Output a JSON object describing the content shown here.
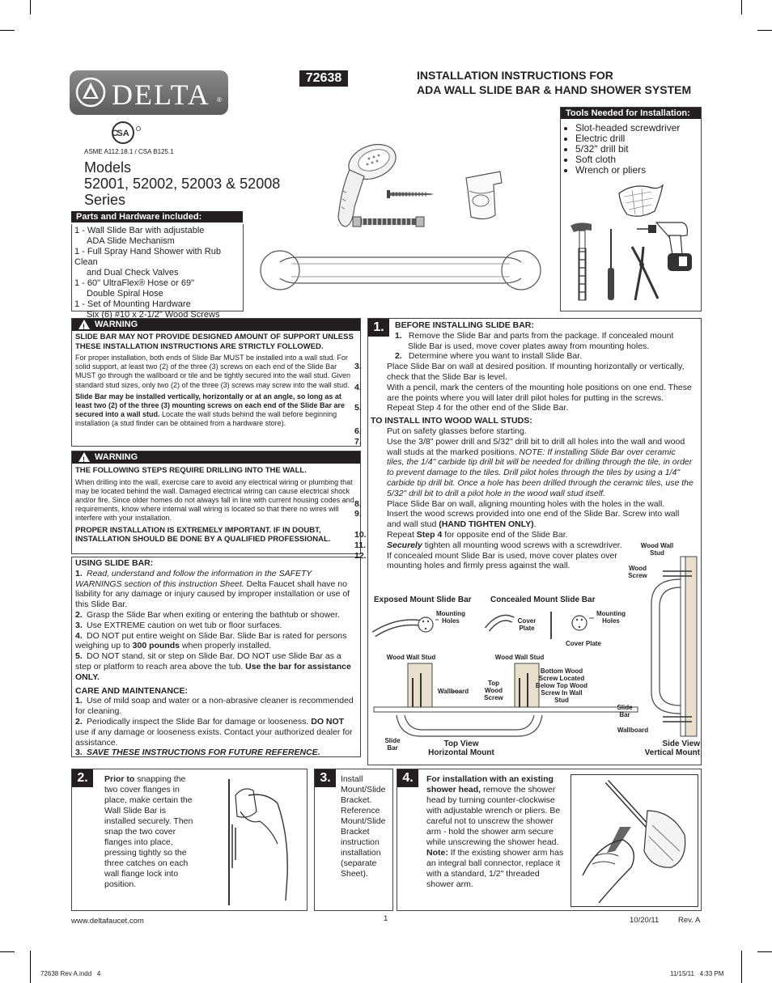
{
  "header": {
    "model_code": "72638",
    "brand": "DELTA",
    "trademark": "®",
    "cert": "ASME A112.18.1 / CSA B125.1",
    "title_line1": "INSTALLATION INSTRUCTIONS FOR",
    "title_line2": "ADA WALL SLIDE BAR & HAND SHOWER SYSTEM",
    "models_line1": "Models",
    "models_line2": "52001, 52002, 52003 & 52008",
    "models_line3": "Series"
  },
  "tools": {
    "heading": "Tools Needed for Installation:",
    "items": [
      "Slot-headed screwdriver",
      "Electric drill",
      "5/32\" drill bit",
      "Soft cloth",
      "Wrench or pliers"
    ]
  },
  "parts": {
    "heading": "Parts and Hardware included:",
    "items": [
      "1 - Wall Slide Bar with adjustable",
      "ADA Slide Mechanism",
      "1 - Full Spray Hand Shower with Rub Clean",
      "and Dual Check Valves",
      "1 - 60\" UltraFlex® Hose or 69\"",
      "Double Spiral Hose",
      "1 - Set of Mounting Hardware",
      "Six (6) #10 x 2-1/2\" Wood Screws"
    ]
  },
  "warning1": {
    "label": "WARNING",
    "bold": "SLIDE BAR MAY NOT PROVIDE DESIGNED AMOUNT OF SUPPORT UNLESS THESE INSTALLATION INSTRUCTIONS ARE STRICTLY FOLLOWED.",
    "para1": "For proper installation, both ends of Slide Bar MUST be installed into a wall stud. For solid support, at least two (2) of the three (3) screws on each end of the Slide Bar MUST go through the wallboard or tile and be tightly secured into the wall stud. Given standard stud sizes, only two (2) of the three (3) screws may screw into the wall stud.",
    "para2_bold": "Slide Bar may be installed vertically, horizontally or at an angle, so long as at least two (2) of the three (3) mounting screws on each end of the Slide Bar are secured into a wall stud.",
    "para2_rest": " Locate the wall studs behind the wall before beginning installation (a stud finder can be obtained from a hardware store)."
  },
  "warning2": {
    "label": "WARNING",
    "bold": "THE FOLLOWING STEPS REQUIRE DRILLING INTO THE WALL.",
    "para1": "When drilling into the wall, exercise care to avoid any electrical wiring or plumbing that may be located behind the wall. Damaged electrical wiring can cause electrical shock and/or fire. Since older homes do not always fall in line with current housing codes and requirements, know where internal wall wiring is located so that there no wires will interfere with your installation.",
    "bold2": "PROPER INSTALLATION IS EXTREMELY IMPORTANT. IF IN DOUBT, INSTALLATION SHOULD BE DONE BY A QUALIFIED PROFESSIONAL."
  },
  "using": {
    "heading": "USING SLIDE BAR:",
    "i1_italic": "Read, understand and follow the information in the SAFETY WARNINGS section of this instruction Sheet.",
    "i1_rest": " Delta Faucet shall have no liability for any damage or injury caused by improper installation or use of this Slide Bar.",
    "i2": "Grasp the Slide Bar when exiting or entering the bathtub or shower.",
    "i3": "Use EXTREME caution on wet tub or floor surfaces.",
    "i4a": "DO NOT put entire weight on Slide Bar. Slide Bar is rated for persons weighing up to ",
    "i4b": "300 pounds",
    "i4c": " when properly installed.",
    "i5a": "DO NOT stand, sit or step on Slide Bar. DO NOT use Slide Bar as a step or platform to reach area above the tub. ",
    "i5b": "Use the bar for assistance ONLY.",
    "care_heading": "CARE AND MAINTENANCE:",
    "c1": "Use of mild soap and water or a non-abrasive cleaner is recommended for cleaning.",
    "c2a": "Periodically inspect the Slide Bar for damage or looseness.  ",
    "c2b": "DO NOT",
    "c2c": " use if any damage or looseness exists. Contact your authorized dealer for assistance.",
    "c3": "SAVE THESE INSTRUCTIONS FOR FUTURE REFERENCE."
  },
  "step1": {
    "num": "1.",
    "heading": "BEFORE INSTALLING SLIDE BAR:",
    "s1": "Remove the Slide Bar and parts from the package. If concealed mount Slide Bar is used, move cover plates away from mounting holes.",
    "s2": "Determine where you want to install Slide Bar.",
    "s3": "Place Slide Bar on wall at desired position. If mounting horizontally or vertically, check that the Slide Bar is level.",
    "s4": "With a pencil, mark the centers of the mounting hole positions on one end. These are the points where you will later drill pilot holes for putting in the screws.",
    "s5": "Repeat Step 4 for the other end of the Slide Bar.",
    "sub_heading": "TO INSTALL INTO WOOD WALL STUDS:",
    "s6": "Put on safety glasses before starting.",
    "s7a": "Use the 3/8\" power drill and 5/32\" drill bit to drill all holes into the wall and wood wall studs at the marked positions. ",
    "s7b": "NOTE: If installing Slide Bar over ceramic tiles, the 1/4\" carbide tip drill bit will be needed for drilling through the tile, in order to prevent damage to the tiles. Drill pilot holes through the tiles by using a 1/4\" carbide tip drill bit. Once a hole has been drilled through the ceramic tiles, use the 5/32\" drill bit to drill a pilot hole in the wood wall stud itself.",
    "s8": "Place Slide Bar on wall, aligning mounting holes with the holes in the wall.",
    "s9a": "Insert the wood screws provided into one end of the Slide Bar. Screw into wall and wall stud ",
    "s9b": "(HAND TIGHTEN ONLY)",
    "s9c": ".",
    "s10a": "Repeat ",
    "s10b": "Step 4",
    "s10c": " for opposite end of the Slide Bar.",
    "s11a": "Securely",
    "s11b": " tighten all mounting wood screws with a screwdriver.",
    "s12": "If concealed mount Slide Bar is used, move cover plates over mounting holes and firmly press against the wall."
  },
  "diagram": {
    "exposed": "Exposed Mount Slide Bar",
    "concealed": "Concealed Mount Slide Bar",
    "mounting_holes": "Mounting Holes",
    "cover_plate": "Cover Plate",
    "wood_wall_stud": "Wood Wall Stud",
    "wallboard": "Wallboard",
    "top_wood_screw": "Top Wood Screw",
    "bottom_note": "Bottom Wood Screw Located Below Top Wood Screw In Wall Stud",
    "slide_bar": "Slide Bar",
    "top_view": "Top View",
    "horizontal_mount": "Horizontal Mount",
    "wood_screw": "Wood Screw",
    "side_view": "Side View",
    "vertical_mount": "Vertical Mount"
  },
  "step2": {
    "num": "2.",
    "bold": "Prior to",
    "rest": " snapping the two cover flanges in place, make certain the Wall Slide Bar is installed securely. Then snap the two cover flanges into place, pressing tightly so the three catches on each wall flange lock into position."
  },
  "step3": {
    "num": "3.",
    "text": "Install Mount/Slide Bracket. Reference Mount/Slide Bracket instruction installation (separate Sheet)."
  },
  "step4": {
    "num": "4.",
    "bold": "For installation with an existing shower head,",
    "rest": " remove the shower head by turning counter-clockwise with adjustable wrench or pliers. Be careful not to unscrew the shower arm - hold the shower arm secure while unscrewing the shower head.  ",
    "note_bold": "Note:",
    "note_rest": "  If the existing shower arm has an integral ball connector, replace it with a standard, 1/2\" threaded shower arm."
  },
  "footer": {
    "website": "www.deltafaucet.com",
    "page": "1",
    "date": "10/20/11",
    "rev": "Rev. A",
    "slug_left": "72638 Rev A.indd   4",
    "slug_right": "11/15/11   4:33 PM"
  }
}
